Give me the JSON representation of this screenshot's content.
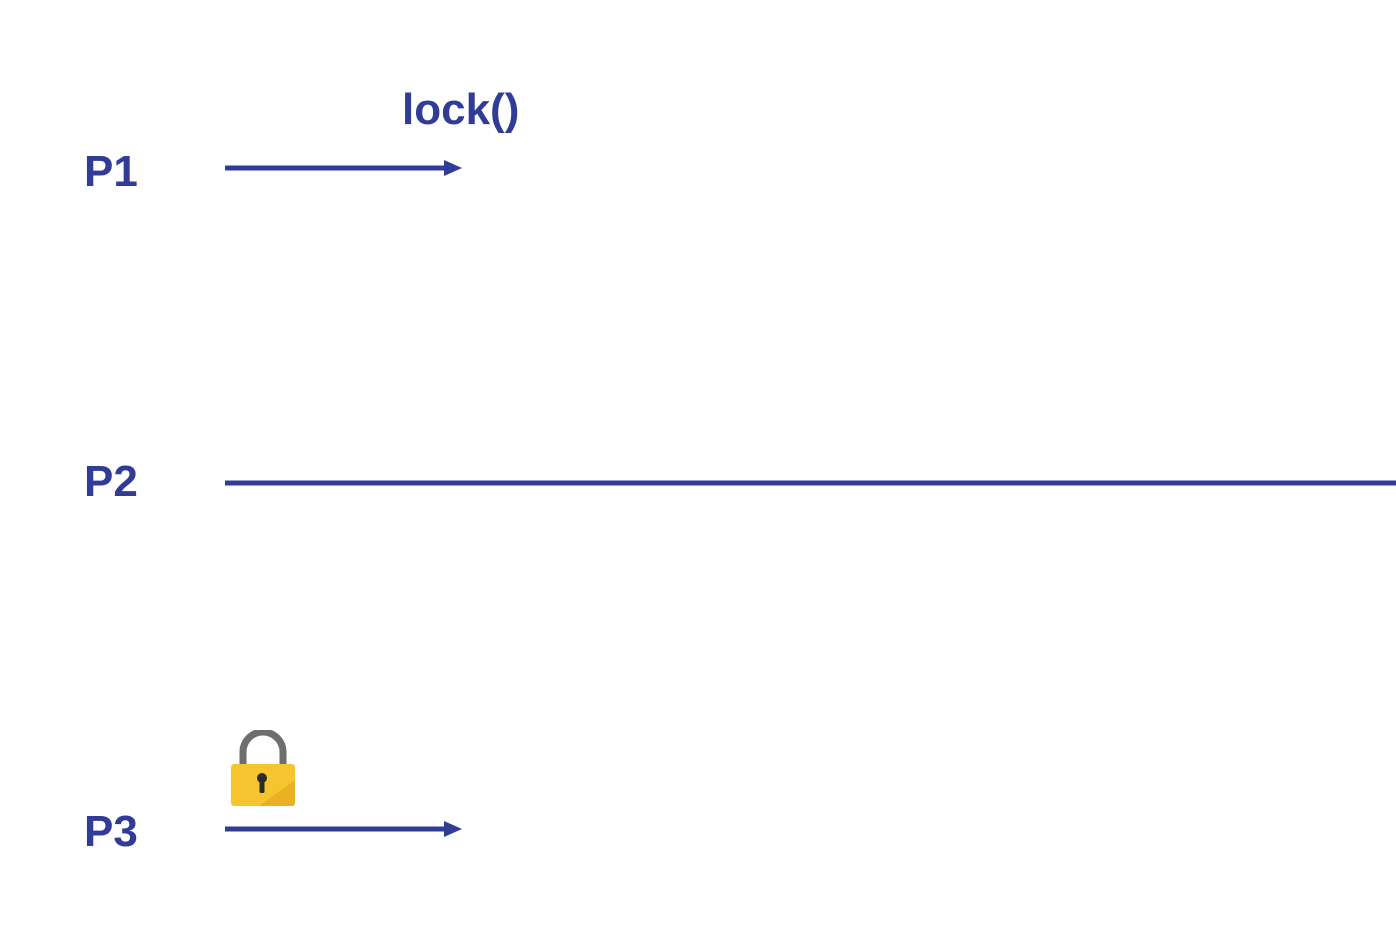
{
  "colors": {
    "line": "#303c98",
    "text": "#303c98",
    "lock_body": "#f6c42e",
    "lock_body_shade": "#eab124",
    "lock_shackle": "#6e6e6e",
    "keyhole": "#2b2b2b"
  },
  "processes": [
    {
      "label": "P1"
    },
    {
      "label": "P2"
    },
    {
      "label": "P3"
    }
  ],
  "operations": [
    {
      "label": "lock()"
    }
  ],
  "icons": [
    {
      "name": "padlock-icon"
    }
  ]
}
